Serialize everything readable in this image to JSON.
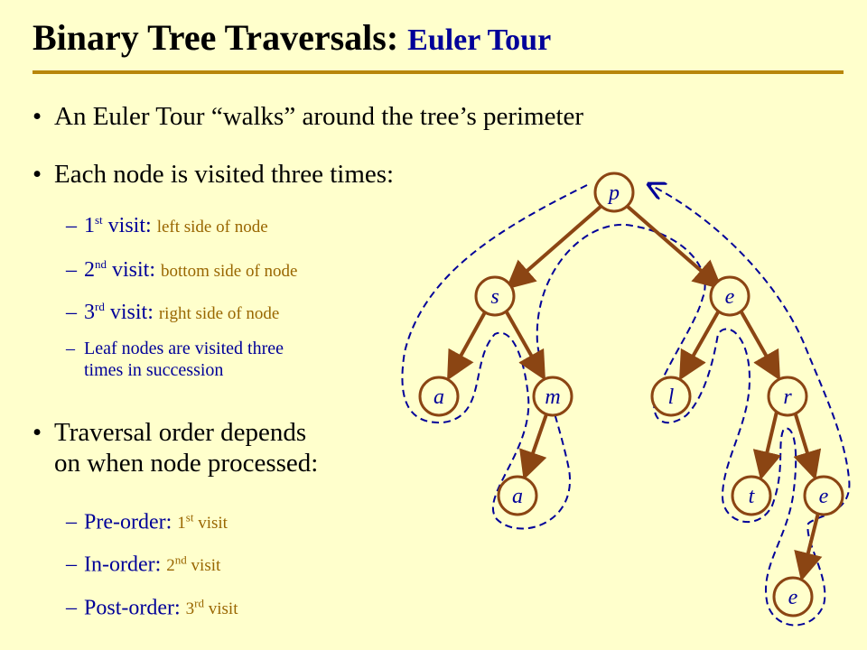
{
  "title": {
    "main": "Binary Tree Traversals:",
    "sub": "Euler Tour"
  },
  "bullets": {
    "b1": "An Euler Tour “walks” around the tree’s perimeter",
    "b2": "Each node is visited three times:",
    "b3_line1": "Traversal order depends",
    "b3_line2": "on when node processed:"
  },
  "visits": {
    "v1_ord": "1",
    "v1_sup": "st",
    "v1_label": " visit: ",
    "v1_desc": "left side of node",
    "v2_ord": "2",
    "v2_sup": "nd",
    "v2_label": " visit: ",
    "v2_desc": "bottom side of node",
    "v3_ord": "3",
    "v3_sup": "rd",
    "v3_label": " visit: ",
    "v3_desc": "right side of node",
    "leaf_line1": "Leaf nodes are visited three",
    "leaf_line2": "times in succession"
  },
  "orders": {
    "pre_label": "Pre-order: ",
    "pre_ord": "1",
    "pre_sup": "st",
    "pre_desc": " visit",
    "in_label": "In-order: ",
    "in_ord": "2",
    "in_sup": "nd",
    "in_desc": " visit",
    "post_label": "Post-order: ",
    "post_ord": "3",
    "post_sup": "rd",
    "post_desc": " visit"
  },
  "tree": {
    "nodes": {
      "p": "p",
      "s": "s",
      "e1": "e",
      "a1": "a",
      "m": "m",
      "l": "l",
      "r": "r",
      "a2": "a",
      "t": "t",
      "e2": "e",
      "e3": "e"
    }
  },
  "colors": {
    "background": "#FFFFCC",
    "title_sub": "#000099",
    "rule": "#B8860B",
    "edge": "#8B4513",
    "node_fill": "#FFFFCC",
    "node_stroke": "#8B4513",
    "tour_path": "#000099",
    "small_text": "#996600"
  }
}
